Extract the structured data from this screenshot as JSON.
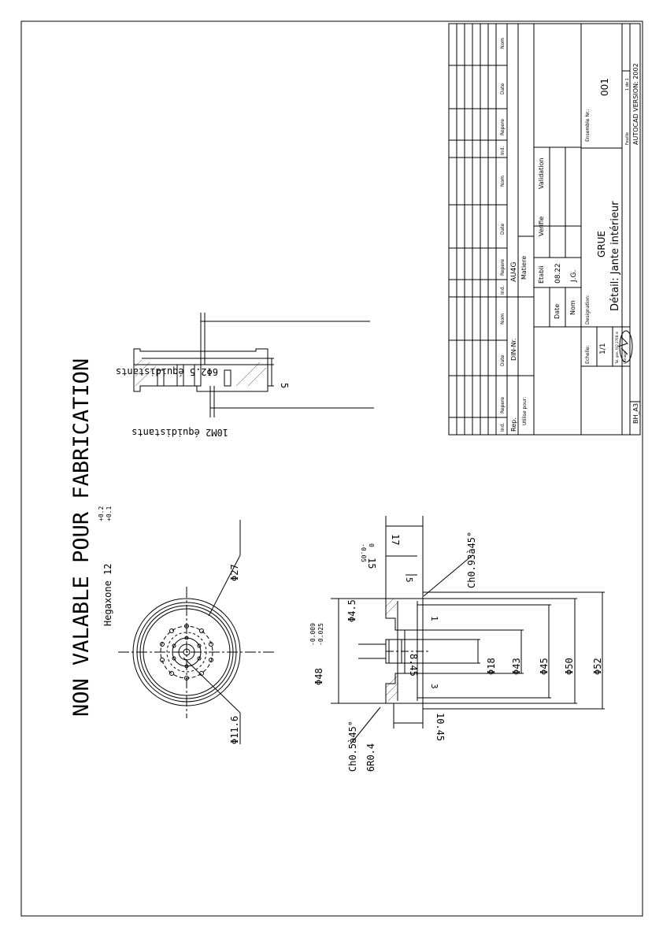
{
  "banner": "NON VALABLE POUR FABRICATION",
  "hegaxone": {
    "text": "Hegaxone 12",
    "tol_upper": "+0.2",
    "tol_lower": "+0.1"
  },
  "front_view": {
    "d27": "Φ27",
    "d11_6": "Φ11.6"
  },
  "section_view": {
    "d48": "Φ48",
    "d48_tol_upper": "-0.009",
    "d48_tol_lower": "-0.025",
    "d4_5": "Φ4.5",
    "d18": "Φ18",
    "d43": "Φ43",
    "d45": "Φ45",
    "d50": "Φ50",
    "d52": "Φ52",
    "h8_45": "8.45",
    "h1": "1",
    "h3": "3",
    "h5": "5",
    "h15": "15",
    "h15_tol_upper": "-0.05",
    "h15_tol_lower": "0",
    "h17": "17",
    "h10_45": "10.45",
    "chamfer_top": "Ch0.93à45°",
    "chamfer_bottom": "Ch0.5à45°",
    "radius": "6R0.4"
  },
  "hole_view": {
    "holes1": "6Φ2.5 équidistants",
    "holes2": "10M2 équidistants",
    "depth": "5"
  },
  "title_block": {
    "rev_headers": [
      "Ind.",
      "Repere",
      "Date",
      "Nom"
    ],
    "rep_label": "Rep.",
    "din_label": "DIN-Nr.",
    "matiere_label": "Matiere",
    "matiere_value": "AU4G",
    "utilise_label": "Utilise pour:",
    "date_label": "Date",
    "nom_label": "Nom",
    "etabli_label": "Etabli",
    "etabli_date": "08.22",
    "etabli_nom": "J.G.",
    "verifie_label": "Verifie",
    "validation_label": "Validation",
    "echelle_label": "Echelle:",
    "echelle_value": "1/1",
    "designation_label": "Designation:",
    "designation_line1": "GRUE",
    "designation_line2": "Détail: Jante intérieur",
    "tol_label": "Tol. gen. ISO 2768 m",
    "usinage_label": "Usinage",
    "ensemble_label": "Ensemble Nr.:",
    "ensemble_value": "001",
    "feuille_label": "Feuille",
    "feuille_value": "1 de 1",
    "autocad": "AUTOCAD VERSION: 2002",
    "format": "BH_A3"
  }
}
